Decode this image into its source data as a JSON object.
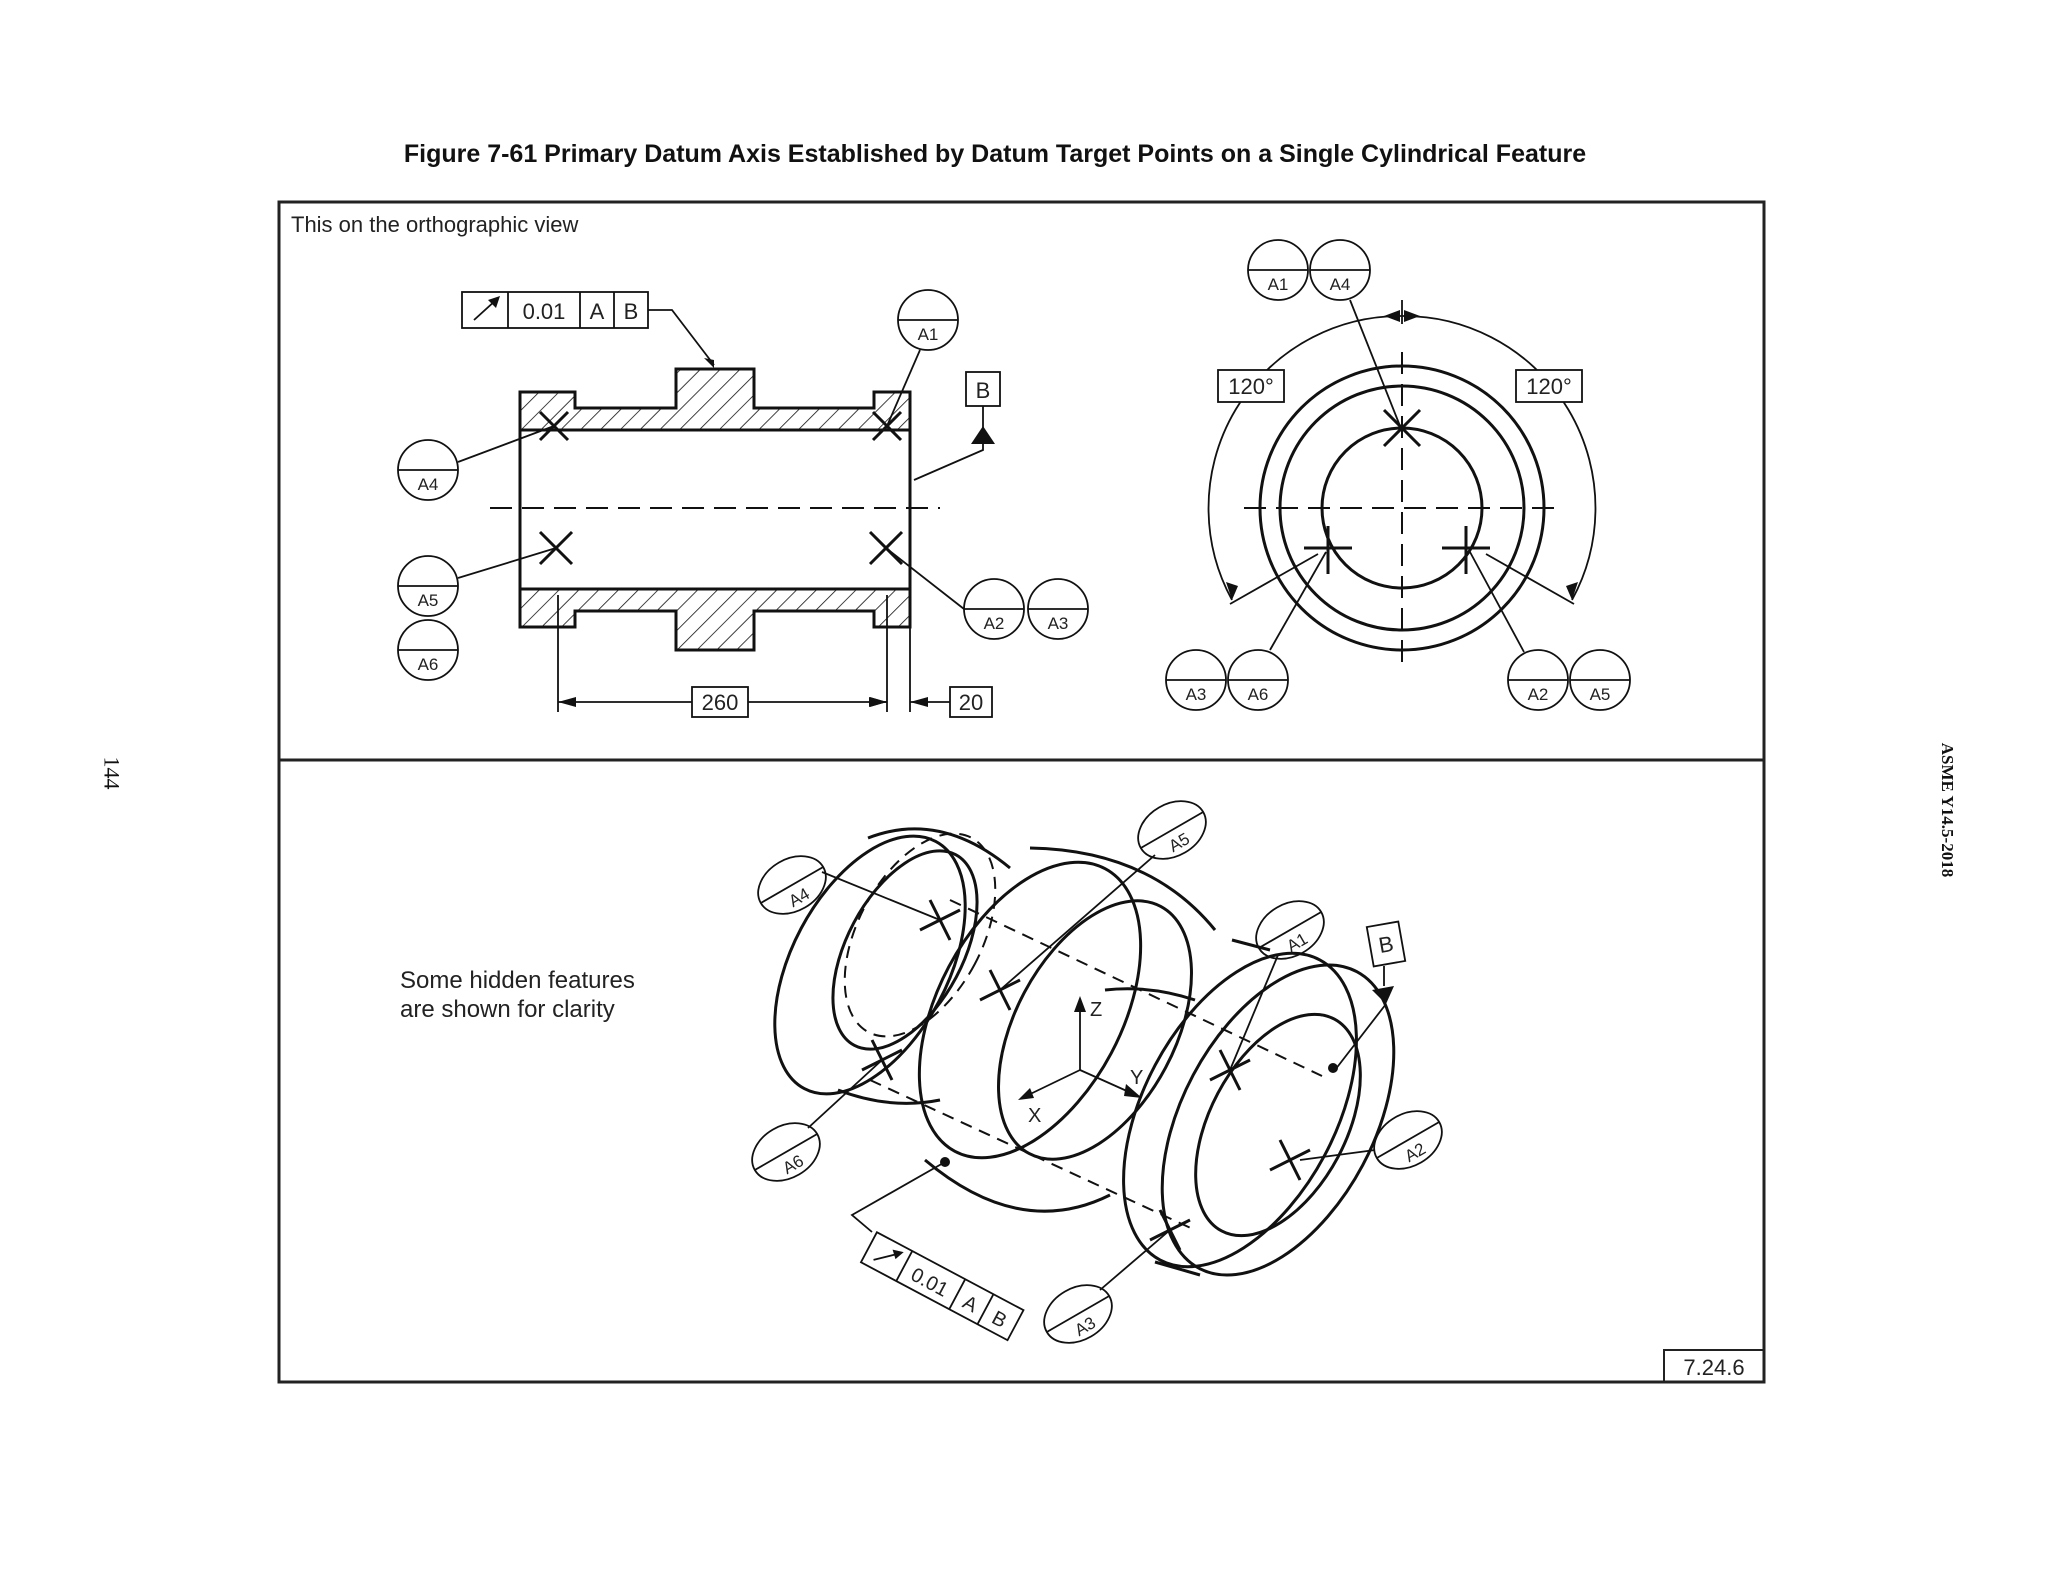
{
  "figure": {
    "title": "Figure 7-61 Primary Datum Axis Established by Datum Target Points on a Single Cylindrical Feature",
    "page_number": "144",
    "standard": "ASME Y14.5-2018",
    "figure_ref": "7.24.6"
  },
  "ortho_view": {
    "note": "This on the orthographic view",
    "fcf": {
      "symbol": "circular-runout-arrow",
      "tolerance": "0.01",
      "datum1": "A",
      "datum2": "B"
    },
    "datum_feature": "B",
    "dims": {
      "length": "260",
      "offset": "20"
    },
    "targets": {
      "a1": "A1",
      "a2": "A2",
      "a3": "A3",
      "a4": "A4",
      "a5": "A5",
      "a6": "A6"
    }
  },
  "end_view": {
    "angle_left": "120°",
    "angle_right": "120°",
    "targets": {
      "a1": "A1",
      "a4": "A4",
      "a3": "A3",
      "a6": "A6",
      "a2": "A2",
      "a5": "A5"
    }
  },
  "iso_view": {
    "note_line1": "Some hidden features",
    "note_line2": "are shown for clarity",
    "datum_feature": "B",
    "axes": {
      "x": "X",
      "y": "Y",
      "z": "Z"
    },
    "fcf": {
      "tolerance": "0.01",
      "datum1": "A",
      "datum2": "B"
    },
    "targets": {
      "a1": "A1",
      "a2": "A2",
      "a3": "A3",
      "a4": "A4",
      "a5": "A5",
      "a6": "A6"
    }
  }
}
